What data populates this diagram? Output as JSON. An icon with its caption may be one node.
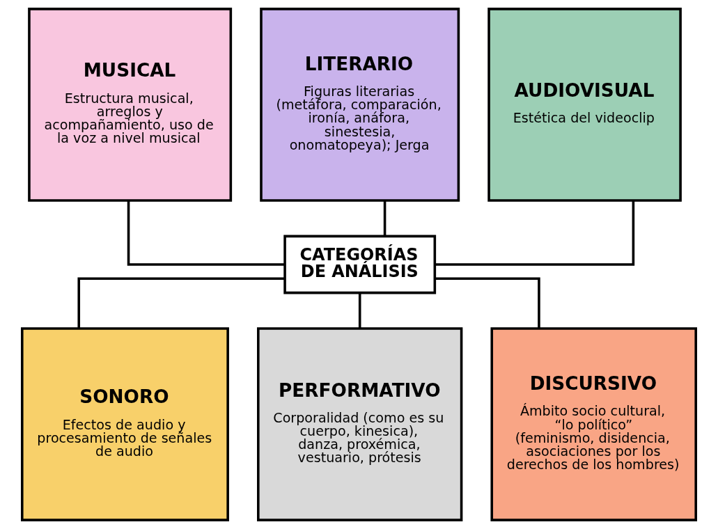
{
  "diagram": {
    "nodes": [
      {
        "text": [
          "MUSICAL",
          "Estructura musical, arreglos y acompañamiento, uso de la voz a nivel musical"
        ]
      },
      {
        "text": [
          "LITERARIO",
          "Figuras literarias (metáfora, comparación, ironía, anáfora, sinestesia, onomatopeya); Jerga"
        ]
      },
      {
        "text": [
          "AUDIOVISUAL",
          "Estética del videoclip"
        ]
      },
      {
        "text": [
          "CATEGORÍAS DE ANÁLISIS"
        ]
      },
      {
        "text": [
          "SONORO",
          "Efectos de audio y procesamiento de señales de audio"
        ]
      },
      {
        "text": [
          "PERFORMATIVO",
          "Corporalidad (como es su cuerpo, kinesica), danza, proxémica, vestuario, prótesis"
        ]
      },
      {
        "text": [
          "DISCURSIVO",
          "Ámbito socio cultural, “lo político” (feminismo, disidencia, asociaciones por los derechos de los hombres)"
        ]
      }
    ],
    "edges": [
      {
        "from": 3,
        "to": 0,
        "arrow": "none"
      },
      {
        "from": 3,
        "to": 1,
        "arrow": "none"
      },
      {
        "from": 3,
        "to": 2,
        "arrow": "none"
      },
      {
        "from": 3,
        "to": 4,
        "arrow": "none"
      },
      {
        "from": 3,
        "to": 5,
        "arrow": "none"
      },
      {
        "from": 3,
        "to": 6,
        "arrow": "none"
      }
    ]
  }
}
